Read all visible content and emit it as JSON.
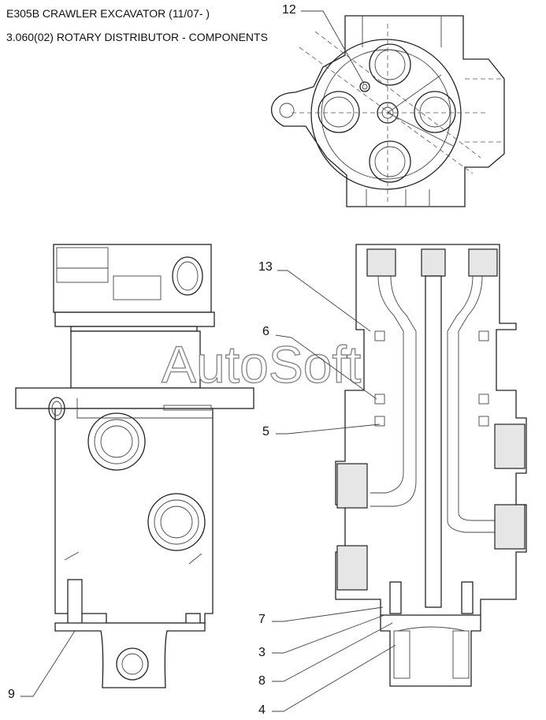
{
  "header": {
    "title": "E305B CRAWLER EXCAVATOR (11/07- )",
    "subtitle": "3.060(02) ROTARY DISTRIBUTOR - COMPONENTS"
  },
  "watermark": "AutoSoft",
  "callouts": [
    {
      "id": "12",
      "label": "12"
    },
    {
      "id": "13",
      "label": "13"
    },
    {
      "id": "6",
      "label": "6"
    },
    {
      "id": "5",
      "label": "5"
    },
    {
      "id": "7",
      "label": "7"
    },
    {
      "id": "3",
      "label": "3"
    },
    {
      "id": "8",
      "label": "8"
    },
    {
      "id": "9",
      "label": "9"
    },
    {
      "id": "4",
      "label": "4"
    }
  ]
}
